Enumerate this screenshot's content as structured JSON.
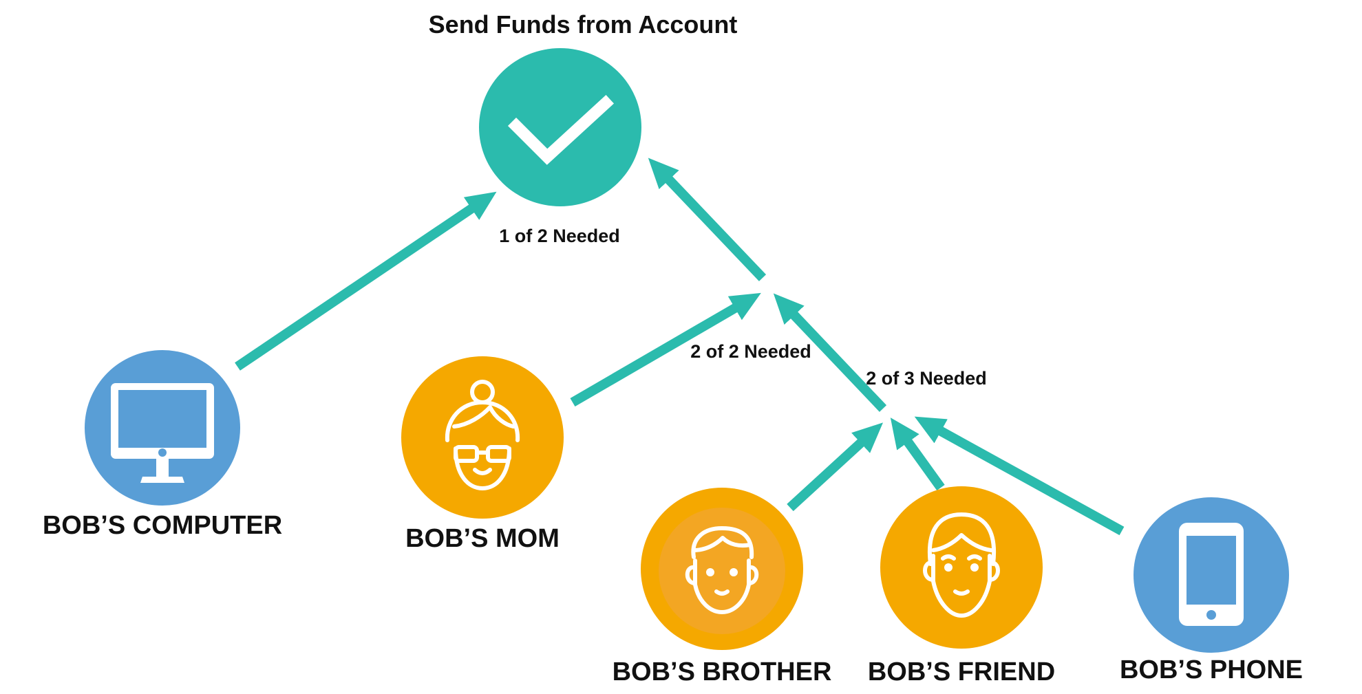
{
  "title": "Send Funds from Account",
  "colors": {
    "teal": "#2bbbad",
    "blue": "#599ed6",
    "orange": "#f5a800",
    "white": "#ffffff",
    "text": "#111111"
  },
  "nodes": {
    "approved": {
      "icon": "checkmark-icon",
      "color": "teal"
    },
    "computer": {
      "label": "BOB’S COMPUTER",
      "icon": "computer-monitor-icon",
      "color": "blue"
    },
    "mom": {
      "label": "BOB’S MOM",
      "icon": "woman-with-glasses-icon",
      "color": "orange"
    },
    "brother": {
      "label": "BOB’S BROTHER",
      "icon": "boy-face-icon",
      "color": "orange"
    },
    "friend": {
      "label": "BOB’S FRIEND",
      "icon": "man-face-icon",
      "color": "orange"
    },
    "phone": {
      "label": "BOB’S PHONE",
      "icon": "smartphone-icon",
      "color": "blue"
    }
  },
  "thresholds": {
    "top": "1 of 2 Needed",
    "middle": "2 of 2 Needed",
    "lower": "2 of 3 Needed"
  }
}
